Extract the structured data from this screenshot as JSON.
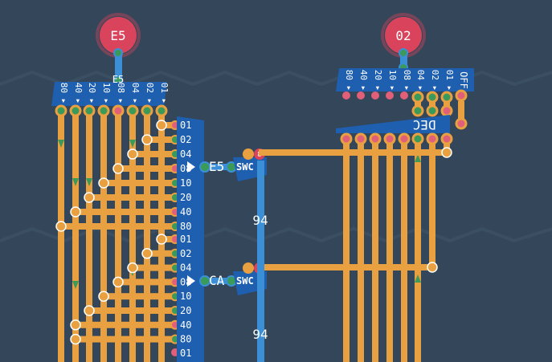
{
  "background_color": "#344659",
  "colors": {
    "wire_orange": "#e8a040",
    "wire_blue": "#3b8fd6",
    "pin_pink": "#e0607a",
    "pin_green": "#3a9a5a",
    "chip_blue": "#1e5fb0",
    "badge_red": "#d9435b"
  },
  "inputs": [
    {
      "id": "E5",
      "label": "E5"
    },
    {
      "id": "02",
      "label": "02"
    }
  ],
  "left_bus_label": "E5",
  "left_bit_headers": [
    "80",
    "40",
    "20",
    "10",
    "08",
    "04",
    "02",
    "01"
  ],
  "right_bit_headers": [
    "80",
    "40",
    "20",
    "10",
    "08",
    "04",
    "02",
    "01"
  ],
  "right_off_label": "OFF",
  "decoder": {
    "label": "DEC"
  },
  "output_bits_group_1": [
    "01",
    "02",
    "04",
    "08",
    "10",
    "20",
    "40",
    "80"
  ],
  "output_bits_group_2": [
    "01",
    "02",
    "04",
    "08",
    "10",
    "20",
    "40",
    "80"
  ],
  "output_bits_group_3": [
    "01"
  ],
  "switches": [
    {
      "label": "SWC",
      "badge": "8",
      "value": "94",
      "port_label": "E5"
    },
    {
      "label": "SWC",
      "badge": "8",
      "value": "94",
      "port_label": "CA"
    }
  ],
  "arrow_icon": "right-triangle-icon"
}
